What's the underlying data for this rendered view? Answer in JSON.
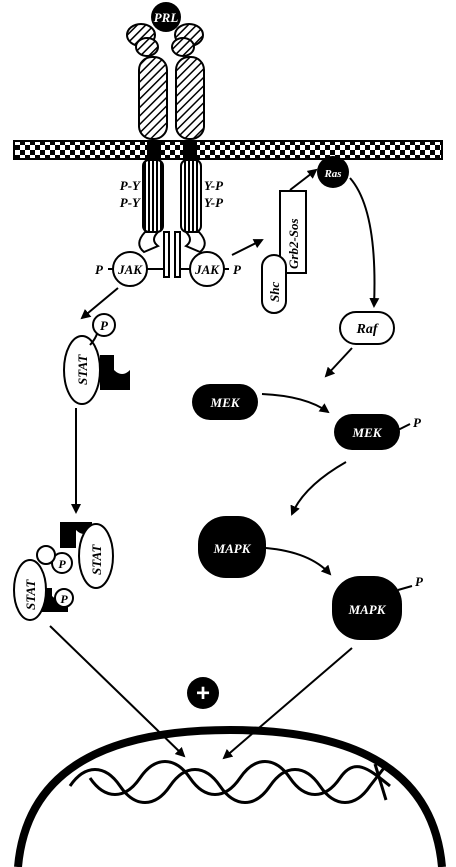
{
  "diagram": {
    "receptor_label": "PRL",
    "phospho_left_1": "P-Y",
    "phospho_left_2": "P-Y",
    "phospho_right_1": "Y-P",
    "phospho_right_2": "Y-P",
    "jak_left": "JAK",
    "jak_right": "JAK",
    "jak_left_phospho": "P",
    "jak_right_phospho": "P",
    "shc": "Shc",
    "grb2_sos": "Grb2-Sos",
    "ras": "Ras",
    "raf": "Raf",
    "mek": "MEK",
    "mek_p": "MEK",
    "mek_p_phospho": "P",
    "mapk": "MAPK",
    "mapk_p": "MAPK",
    "mapk_p_phospho": "P",
    "stat_single": "STAT",
    "stat_single_phospho": "P",
    "stat_dimer_top": "STAT",
    "stat_dimer_bottom": "STAT",
    "stat_dimer_phospho_1": "P",
    "stat_dimer_phospho_2": "P",
    "plus": "+"
  }
}
